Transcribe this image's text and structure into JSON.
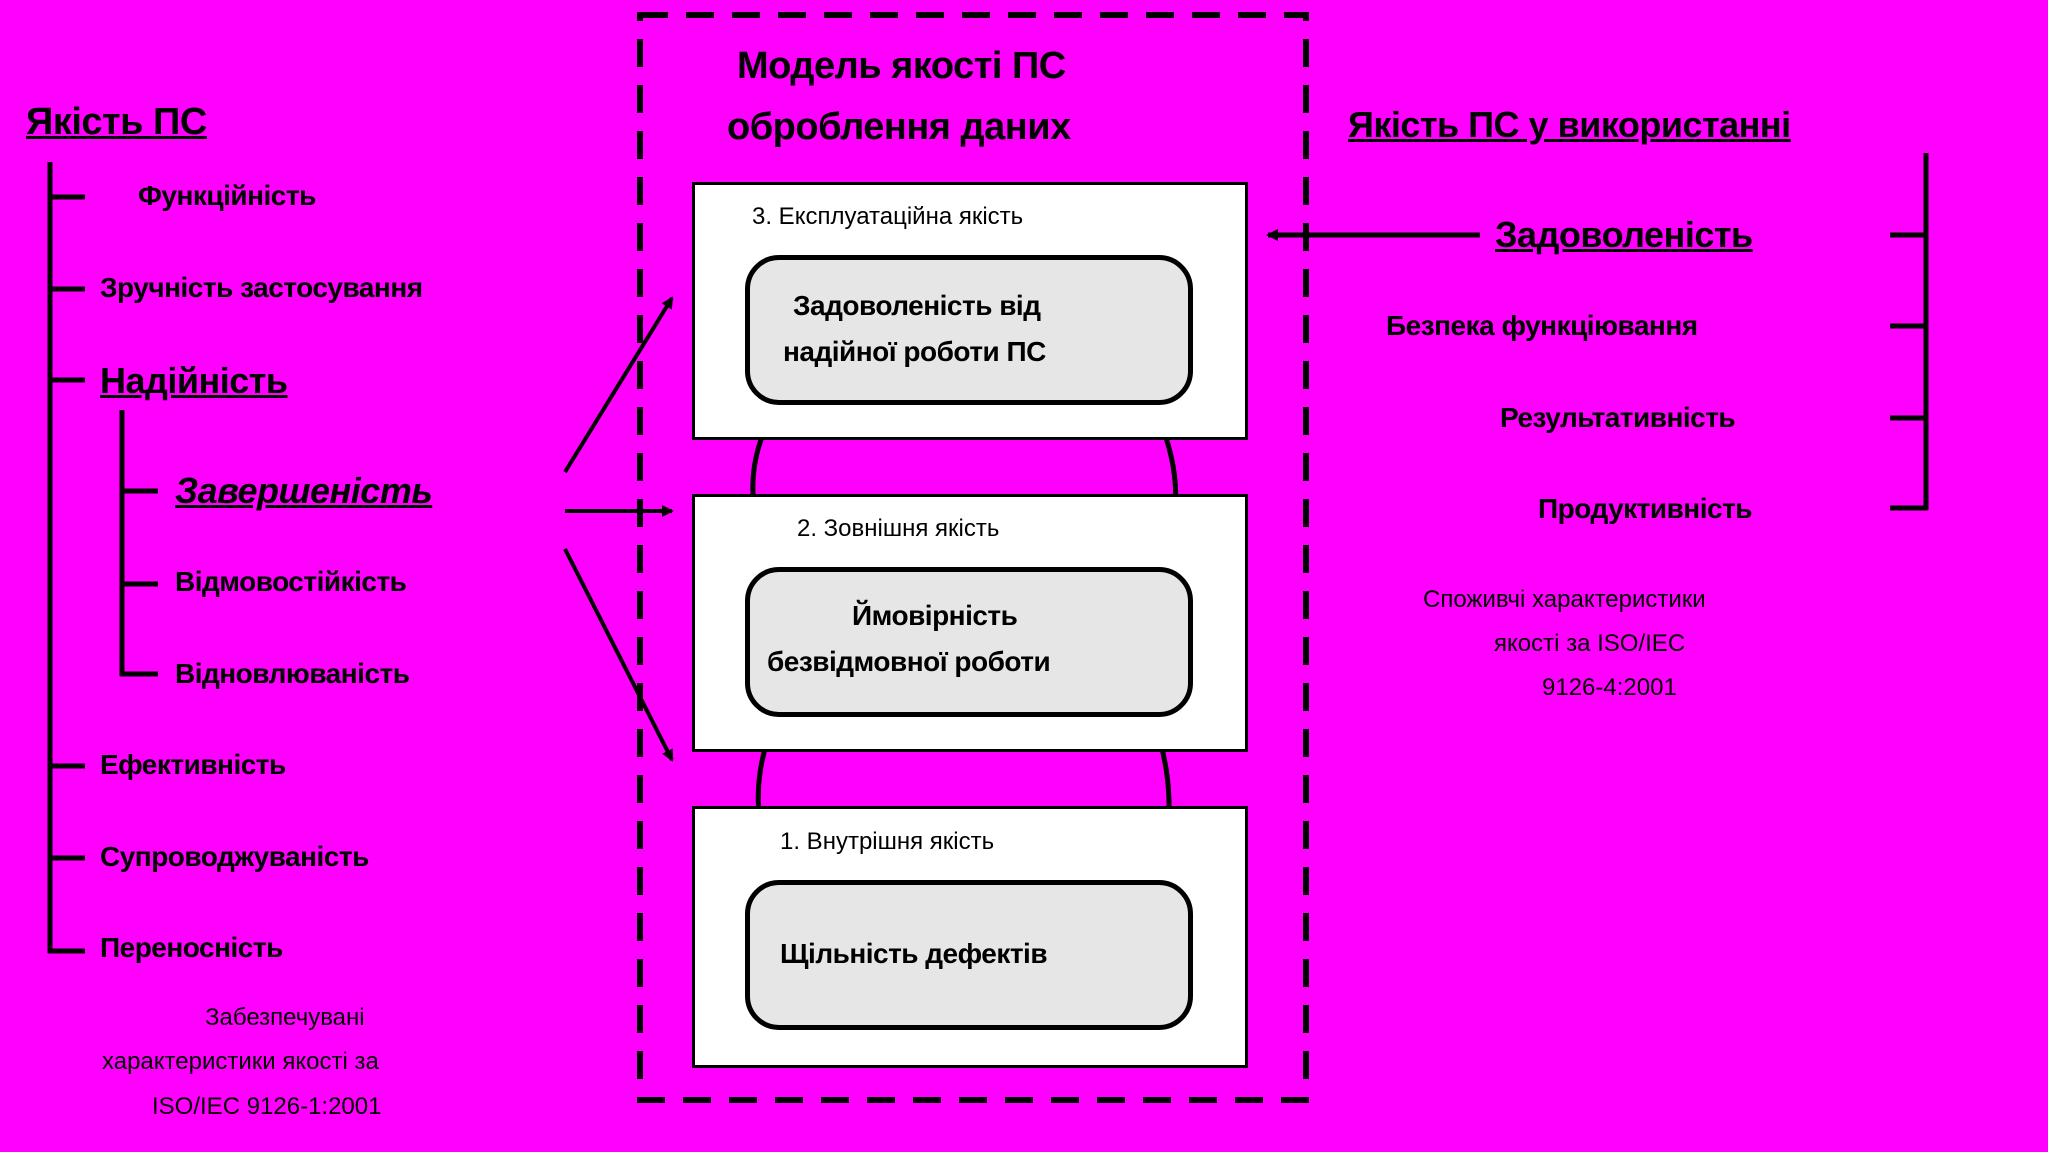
{
  "left": {
    "title": "Якість ПС",
    "items": [
      "Функційність",
      "Зручність застосування",
      "Надійність",
      "Завершеність",
      "Відмовостійкість",
      "Відновлюваність",
      "Ефективність",
      "Супроводжуваність",
      "Переносність"
    ],
    "footnote": [
      "Забезпечувані",
      "характеристики якості за",
      "ISO/IEC 9126-1:2001"
    ]
  },
  "center": {
    "title_line1": "Модель якості ПС",
    "title_line2": "оброблення даних",
    "boxes": [
      {
        "label": "3. Експлуатаційна якість",
        "pill_line1": "Задоволеність від",
        "pill_line2": "надійної роботи ПС"
      },
      {
        "label": "2. Зовнішня якість",
        "pill_line1": "Ймовірність",
        "pill_line2": "безвідмовної роботи"
      },
      {
        "label": "1. Внутрішня якість",
        "pill_line1": "Щільність дефектів",
        "pill_line2": ""
      }
    ]
  },
  "right": {
    "title": "Якість ПС у використанні",
    "items": [
      "Задоволеність",
      "Безпека функціювання",
      "Результативність",
      "Продуктивність"
    ],
    "footnote": [
      "Споживчі характеристики",
      "якості за ISO/IEC",
      "9126-4:2001"
    ]
  }
}
